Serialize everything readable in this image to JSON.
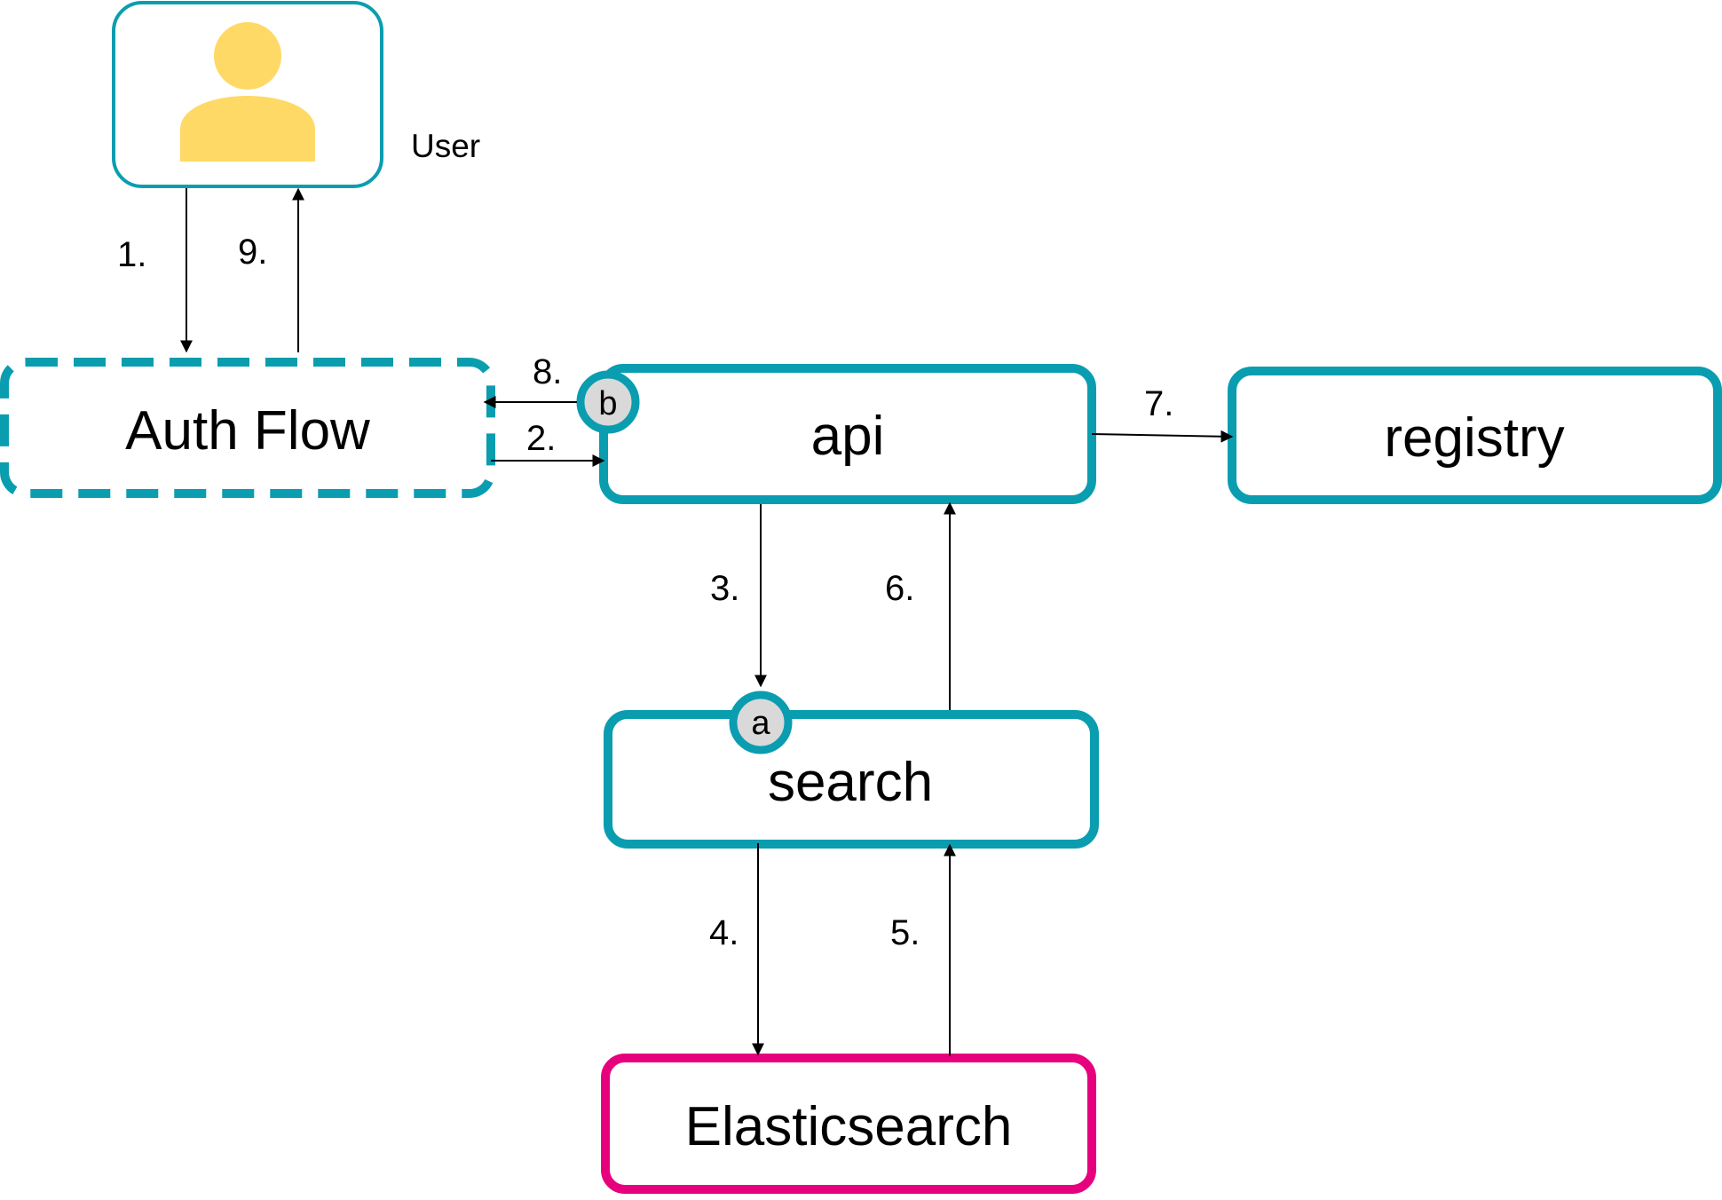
{
  "colors": {
    "teal": "#0a9db0",
    "magenta": "#e6007e",
    "badge_fill": "#d9d9d9",
    "user_icon": "#ffd966"
  },
  "user": {
    "label": "User",
    "icon": "user-icon"
  },
  "nodes": {
    "auth_flow": "Auth Flow",
    "api": "api",
    "registry": "registry",
    "search": "search",
    "elasticsearch": "Elasticsearch"
  },
  "badges": {
    "api": "b",
    "search": "a"
  },
  "steps": {
    "s1": "1.",
    "s2": "2.",
    "s3": "3.",
    "s4": "4.",
    "s5": "5.",
    "s6": "6.",
    "s7": "7.",
    "s8": "8.",
    "s9": "9."
  }
}
